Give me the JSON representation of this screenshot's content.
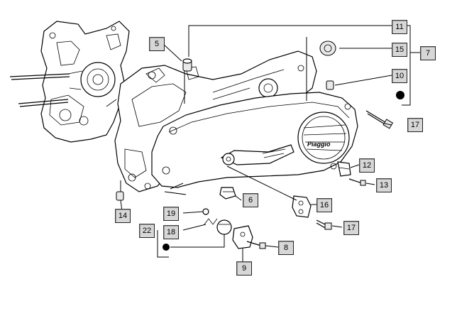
{
  "diagram": {
    "callouts": {
      "c5": "5",
      "c11": "11",
      "c7": "7",
      "c15": "15",
      "c10": "10",
      "c17a": "17",
      "c12": "12",
      "c13": "13",
      "c6": "6",
      "c16": "16",
      "c17b": "17",
      "c14": "14",
      "c19": "19",
      "c22": "22",
      "c18": "18",
      "c8": "8",
      "c9": "9"
    },
    "cover_logo_text": "Piaggio"
  }
}
